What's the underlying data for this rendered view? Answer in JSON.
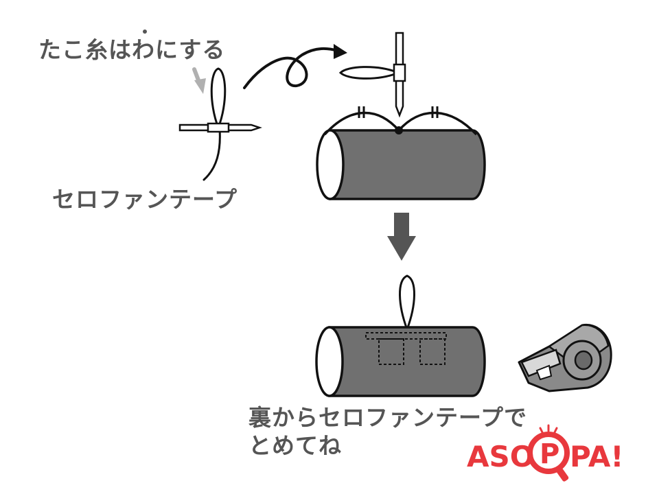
{
  "labels": {
    "kite_string": "たこ糸はわにする",
    "cellophane_tape": "セロファンテープ",
    "tape_from_back_line1": "裏からセロファンテープで",
    "tape_from_back_line2": "とめてね"
  },
  "logo": {
    "text_left": "ASO",
    "text_circle": "P",
    "text_right": "PA!",
    "brand_color": "#e8383d"
  },
  "colors": {
    "text": "#555555",
    "tube": "#707070",
    "stroke": "#111111",
    "arrow": "#555555",
    "hint_arrow": "#b0b0b0",
    "dispenser": "#8a8a8a"
  }
}
